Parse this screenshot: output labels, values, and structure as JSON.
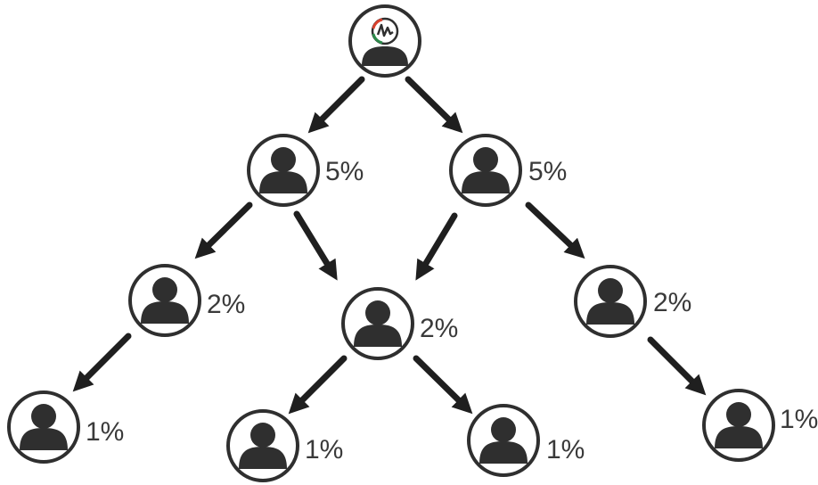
{
  "colors": {
    "ink": "#2f2f2f",
    "arrow": "#1f1f1f",
    "text": "#3a3a3a",
    "logo_red": "#d9412e",
    "logo_green": "#2c8a4a"
  },
  "icons": {
    "person": "user-avatar-icon",
    "logo": "waveform-logo-icon"
  },
  "nodes": [
    {
      "id": "root",
      "percent": ""
    },
    {
      "id": "l1-left",
      "percent": "5%"
    },
    {
      "id": "l1-right",
      "percent": "5%"
    },
    {
      "id": "l2-left",
      "percent": "2%"
    },
    {
      "id": "l2-middle",
      "percent": "2%"
    },
    {
      "id": "l2-right",
      "percent": "2%"
    },
    {
      "id": "l3-a",
      "percent": "1%"
    },
    {
      "id": "l3-b",
      "percent": "1%"
    },
    {
      "id": "l3-c",
      "percent": "1%"
    },
    {
      "id": "l3-d",
      "percent": "1%"
    }
  ]
}
